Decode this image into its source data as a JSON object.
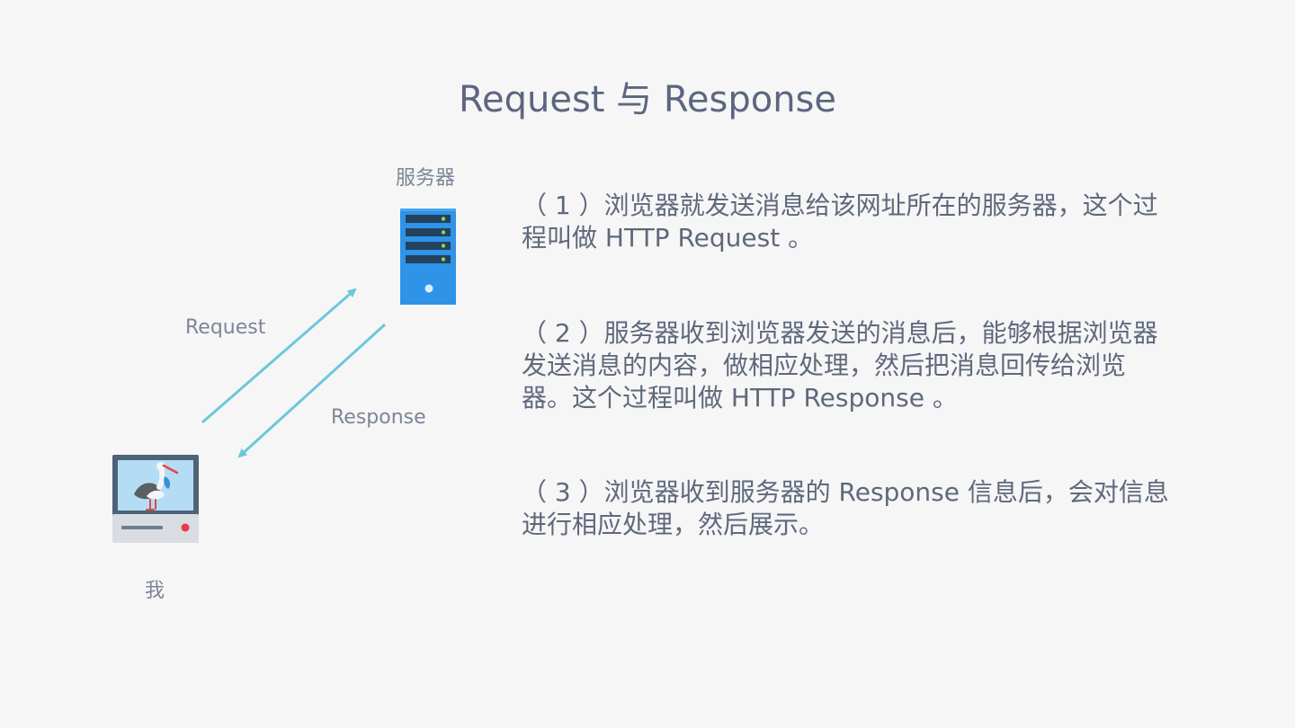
{
  "title": "Request 与 Response",
  "nodes": {
    "server_label": "服务器",
    "me_label": "我"
  },
  "edges": {
    "request_label": "Request",
    "response_label": "Response"
  },
  "paragraphs": [
    "（ 1 ）浏览器就发送消息给该网址所在的服务器，这个过程叫做 HTTP Request 。",
    "（ 2 ）服务器收到浏览器发送的消息后，能够根据浏览器发送消息的内容，做相应处理，然后把消息回传给浏览器。这个过程叫做 HTTP Response 。",
    "（ 3 ）浏览器收到服务器的 Response 信息后，会对信息进行相应处理，然后展示。"
  ],
  "icons": {
    "server": "server-icon",
    "computer": "computer-icon",
    "request_arrow": "arrow-up-right-icon",
    "response_arrow": "arrow-down-left-icon"
  },
  "colors": {
    "arrow": "#6cc7dc",
    "server_body": "#2f93e8",
    "text": "#5f687c",
    "background": "#f6f6f6"
  }
}
